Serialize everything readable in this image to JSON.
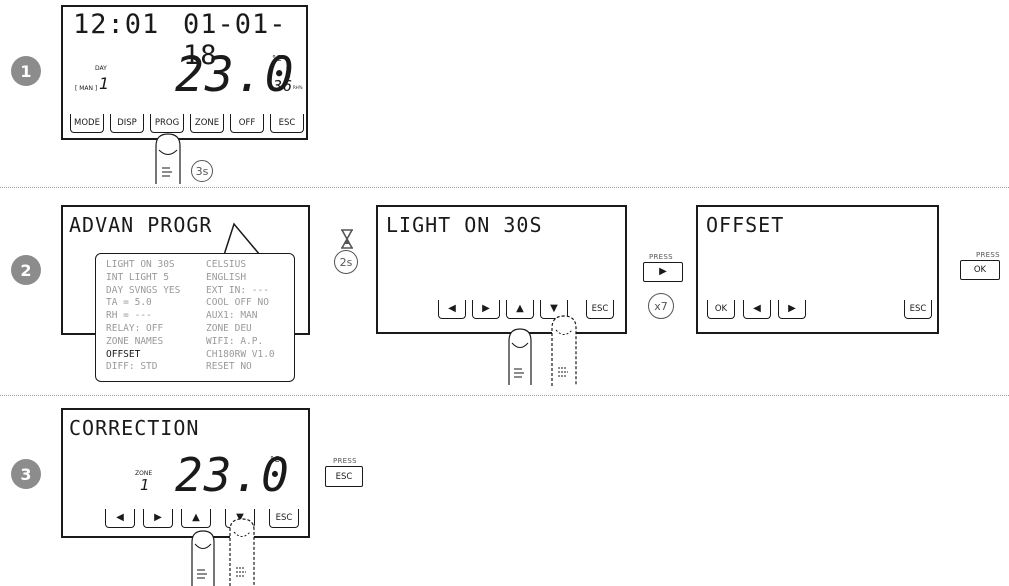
{
  "step1": {
    "number": "1",
    "time": "12:01",
    "date": "01-01-18",
    "mode_label": "[ MAN ]",
    "day_label": "DAY",
    "day_value": "1",
    "temperature": "23.0",
    "temp_unit": "°C",
    "humidity": "36",
    "humidity_unit": "RH%",
    "keys": [
      "MODE",
      "DISP",
      "PROG",
      "ZONE",
      "OFF",
      "ESC"
    ],
    "hold_time": "3s"
  },
  "step2": {
    "number": "2",
    "screen1_title": "ADVAN PROGR",
    "menu_col1": [
      "LIGHT ON 30S",
      "INT LIGHT 5",
      "DAY SVNGS YES",
      "TA = 5.0",
      "RH = ---",
      "RELAY: OFF",
      "ZONE NAMES",
      "OFFSET",
      "DIFF: STD"
    ],
    "menu_col2": [
      "CELSIUS",
      "ENGLISH",
      "EXT IN: ---",
      "COOL OFF NO",
      "AUX1: MAN",
      "ZONE DEU",
      "WIFI: A.P.",
      "CH180RW V1.0",
      "RESET NO"
    ],
    "menu_highlight": "OFFSET",
    "wait_time": "2s",
    "screen2_title": "LIGHT ON 30S",
    "screen2_esc": "ESC",
    "press_label": "PRESS",
    "press_count": "x7",
    "screen3_title": "OFFSET",
    "screen3_ok": "OK",
    "screen3_esc": "ESC",
    "press2_label": "PRESS",
    "press2_key": "OK"
  },
  "step3": {
    "number": "3",
    "title": "CORRECTION",
    "zone_label": "ZONE",
    "zone_value": "1",
    "temperature": "23.0",
    "temp_unit": "°C",
    "esc": "ESC",
    "press_label": "PRESS",
    "press_key": "ESC"
  }
}
